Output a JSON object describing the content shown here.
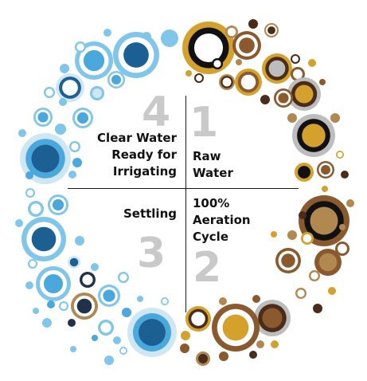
{
  "colors": {
    "blue_pale": "#cfe7f5",
    "blue_light": "#7fc6ea",
    "blue_mid": "#4aa8dc",
    "blue_dark": "#1c5f93",
    "navy": "#22314a",
    "brown_dark": "#4a2c1a",
    "brown_mid": "#8a5a2e",
    "brown_light": "#b08850",
    "gold": "#d4a12c",
    "gray_light": "#bdbdbd",
    "gray_num": "#c9c9c9",
    "black": "#111111",
    "white": "#ffffff"
  },
  "quadrants": [
    {
      "id": "q1",
      "number": "1",
      "lines": [
        "Raw",
        "Water"
      ]
    },
    {
      "id": "q2",
      "number": "2",
      "lines": [
        "100%",
        "Aeration",
        "Cycle"
      ]
    },
    {
      "id": "q3",
      "number": "3",
      "lines": [
        "Settling"
      ]
    },
    {
      "id": "q4",
      "number": "4",
      "lines": [
        "Clear Water",
        "Ready for",
        "Irrigating"
      ]
    }
  ]
}
